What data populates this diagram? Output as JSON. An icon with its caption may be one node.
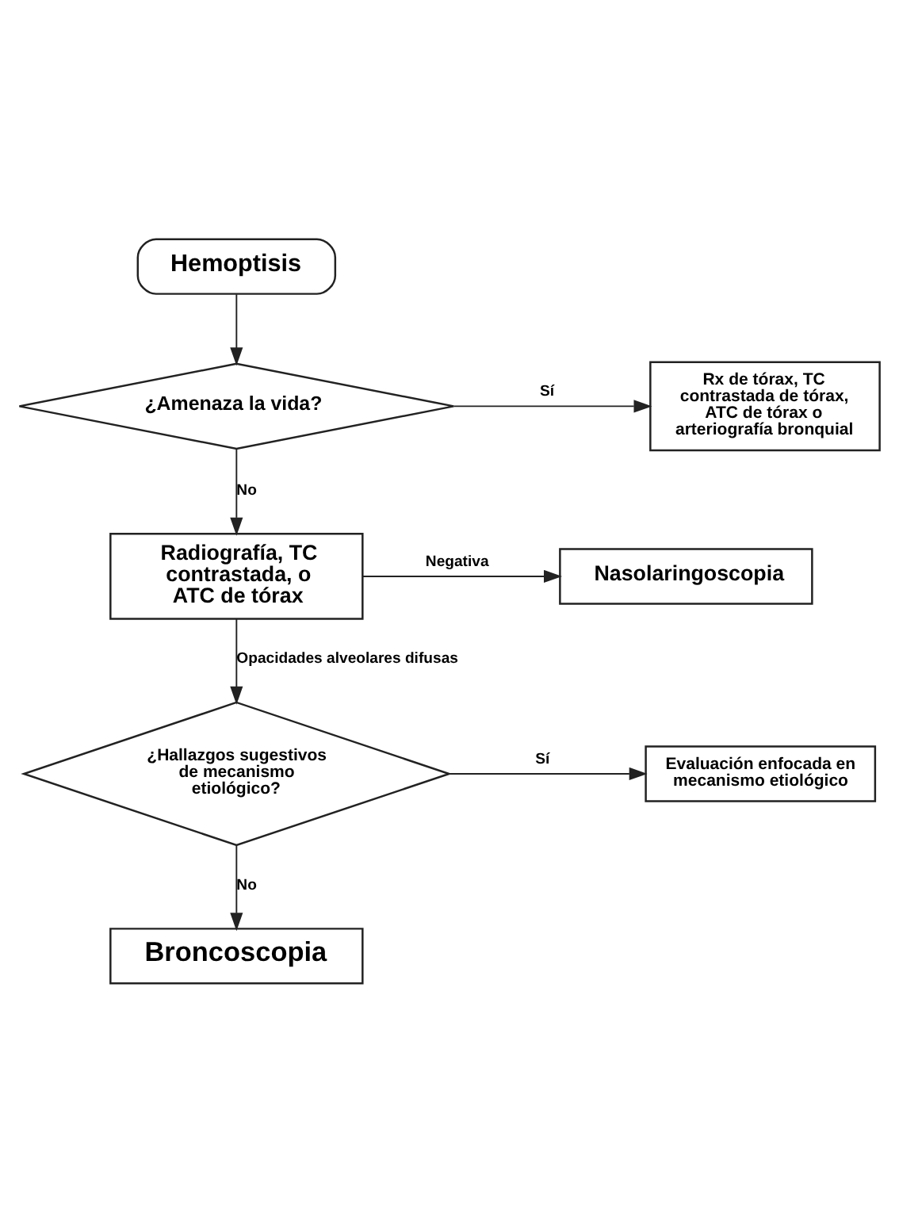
{
  "diagram": {
    "nodes": [
      {
        "text": [
          "Hemoptisis"
        ]
      },
      {
        "text": [
          "¿Amenaza la vida?"
        ]
      },
      {
        "text": [
          "Rx de tórax, TC contrastada de tórax, ATC de tórax o arteriografía bronquial"
        ]
      },
      {
        "text": [
          "Radiografía, TC contrastada, o ATC de tórax"
        ]
      },
      {
        "text": [
          "Nasolaringoscopia"
        ]
      },
      {
        "text": [
          "¿Hallazgos sugestivos de mecanismo etiológico?"
        ]
      },
      {
        "text": [
          "Evaluación enfocada en mecanismo etiológico"
        ]
      },
      {
        "text": [
          "Broncoscopia"
        ]
      }
    ],
    "edges": [
      {
        "from": 0,
        "to": 1,
        "arrow": "to"
      },
      {
        "from": 1,
        "to": 2,
        "arrow": "to",
        "label": "Sí"
      },
      {
        "from": 1,
        "to": 3,
        "arrow": "to",
        "label": "No"
      },
      {
        "from": 3,
        "to": 4,
        "arrow": "to",
        "label": "Negativa"
      },
      {
        "from": 3,
        "to": 5,
        "arrow": "to",
        "label": "Opacidades alveolares difusas"
      },
      {
        "from": 5,
        "to": 6,
        "arrow": "to",
        "label": "Sí"
      },
      {
        "from": 5,
        "to": 7,
        "arrow": "to",
        "label": "No"
      }
    ]
  }
}
